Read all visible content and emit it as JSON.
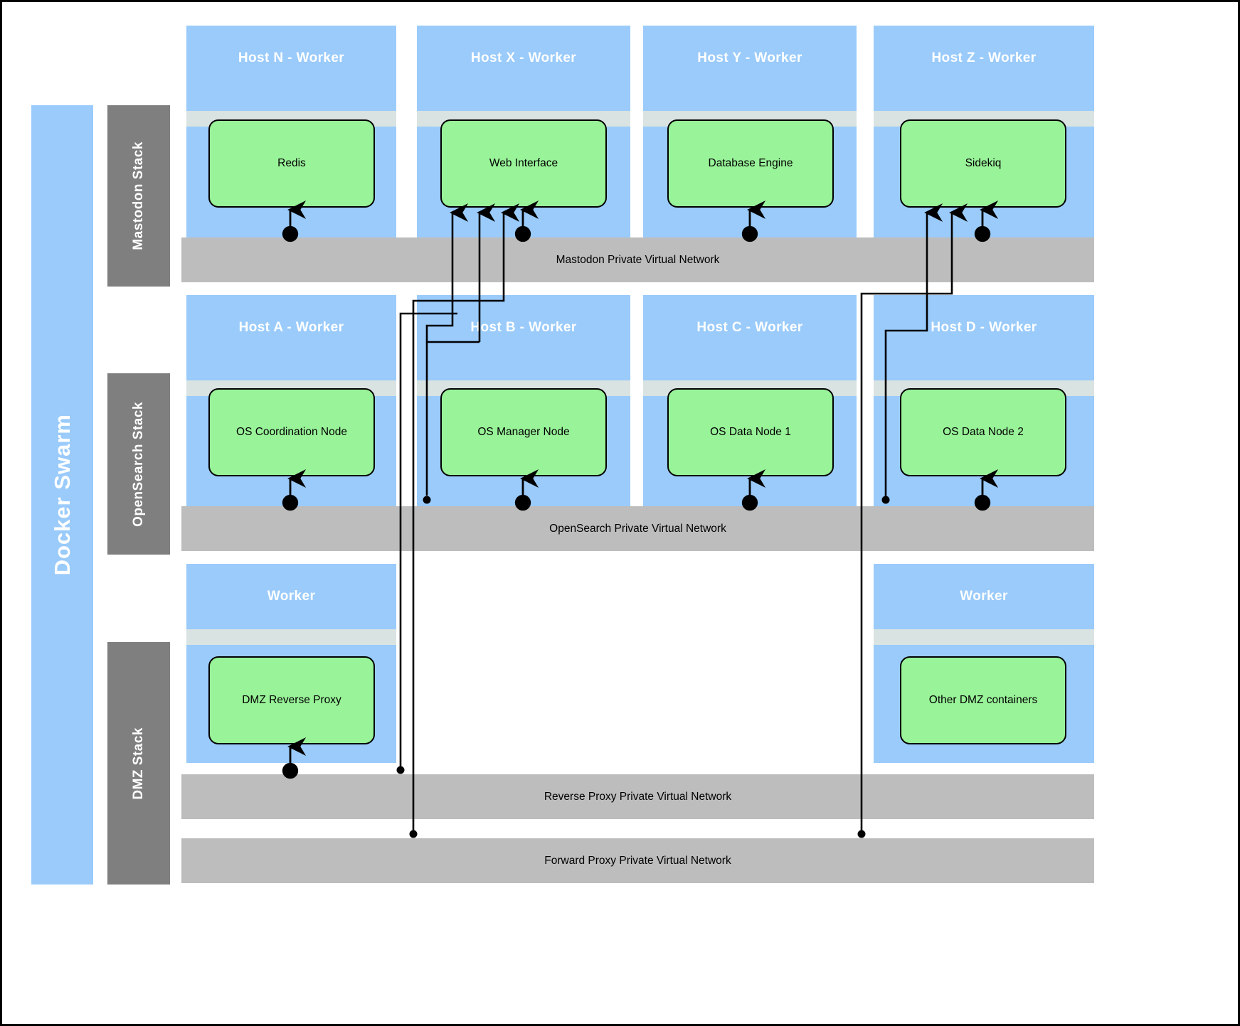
{
  "swarm": {
    "label": "Docker Swarm",
    "color": "#9ACBFB"
  },
  "stacks": [
    {
      "id": "mastodon",
      "label": "Mastodon Stack",
      "color": "#7F7F7F"
    },
    {
      "id": "opensearch",
      "label": "OpenSearch Stack",
      "color": "#7F7F7F"
    },
    {
      "id": "dmz",
      "label": "DMZ Stack",
      "color": "#7F7F7F"
    }
  ],
  "rows": [
    {
      "id": "mastodon-row",
      "hosts": [
        {
          "title": "Host N - Worker",
          "container": "Redis"
        },
        {
          "title": "Host X - Worker",
          "container": "Web Interface"
        },
        {
          "title": "Host Y - Worker",
          "container": "Database Engine"
        },
        {
          "title": "Host Z - Worker",
          "container": "Sidekiq"
        }
      ],
      "network": "Mastodon Private Virtual Network"
    },
    {
      "id": "opensearch-row",
      "hosts": [
        {
          "title": "Host A - Worker",
          "container": "OS Coordination Node"
        },
        {
          "title": "Host B - Worker",
          "container": "OS Manager Node"
        },
        {
          "title": "Host C - Worker",
          "container": "OS Data Node 1"
        },
        {
          "title": "Host D - Worker",
          "container": "OS Data Node 2"
        }
      ],
      "network": "OpenSearch Private Virtual Network"
    },
    {
      "id": "dmz-row",
      "hosts": [
        {
          "title": "Worker",
          "container": "DMZ Reverse Proxy"
        },
        {
          "title": "Worker",
          "container": "Other DMZ containers"
        }
      ],
      "network": "Reverse Proxy Private Virtual Network"
    }
  ],
  "forward_network": "Forward Proxy Private Virtual Network",
  "colors": {
    "host_blue": "#9ACBFB",
    "container_green": "#99F399",
    "network_gray": "#BDBDBD",
    "stack_gray": "#7F7F7F",
    "host_separator": "#D9E3E2",
    "line": "#000000",
    "border": "#000000"
  }
}
